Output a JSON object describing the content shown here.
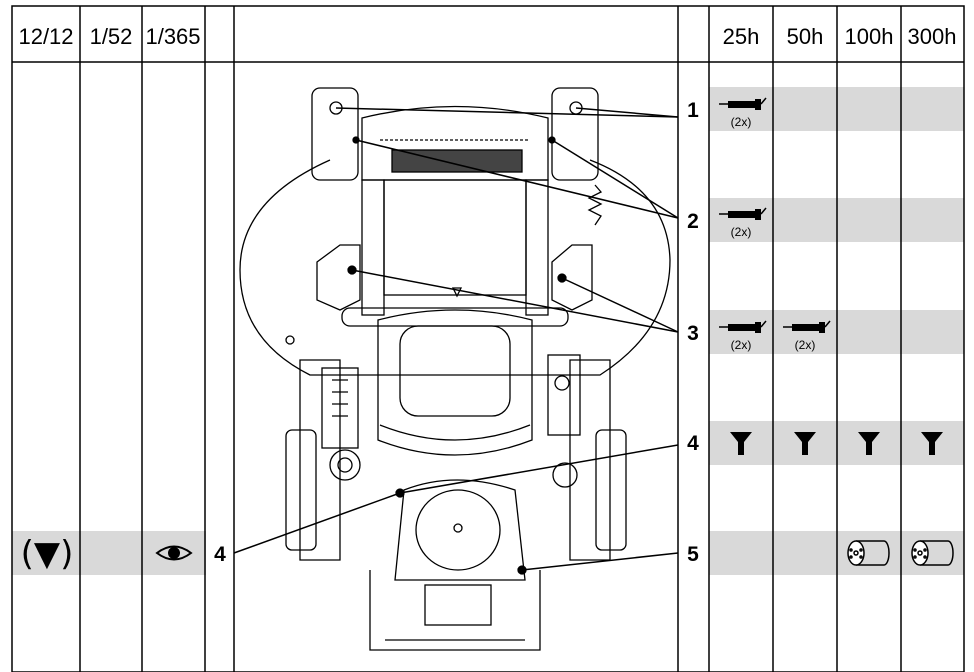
{
  "header": {
    "left_cols": [
      "12/12",
      "1/52",
      "1/365"
    ],
    "right_cols": [
      "25h",
      "50h",
      "100h",
      "300h"
    ]
  },
  "rows": [
    {
      "number": "1",
      "cells": [
        {
          "icon": "grease-gun-icon",
          "qty": "(2x)"
        },
        null,
        null,
        null
      ]
    },
    {
      "number": "2",
      "cells": [
        {
          "icon": "grease-gun-icon",
          "qty": "(2x)"
        },
        null,
        null,
        null
      ]
    },
    {
      "number": "3",
      "cells": [
        {
          "icon": "grease-gun-icon",
          "qty": "(2x)"
        },
        {
          "icon": "grease-gun-icon",
          "qty": "(2x)"
        },
        null,
        null
      ]
    },
    {
      "number": "4",
      "cells": [
        {
          "icon": "oil-funnel-icon"
        },
        {
          "icon": "oil-funnel-icon"
        },
        {
          "icon": "oil-funnel-icon"
        },
        {
          "icon": "oil-funnel-icon"
        }
      ]
    },
    {
      "number": "5",
      "cells": [
        null,
        null,
        {
          "icon": "air-filter-icon"
        },
        {
          "icon": "air-filter-icon"
        }
      ]
    }
  ],
  "left_row": {
    "number": "4",
    "symbols": [
      "(▼)",
      "◉"
    ],
    "icons": [
      "oil-level-check-icon",
      "visual-inspection-eye-icon"
    ]
  },
  "colors": {
    "line": "#000000",
    "band": "#d9d9d9"
  }
}
